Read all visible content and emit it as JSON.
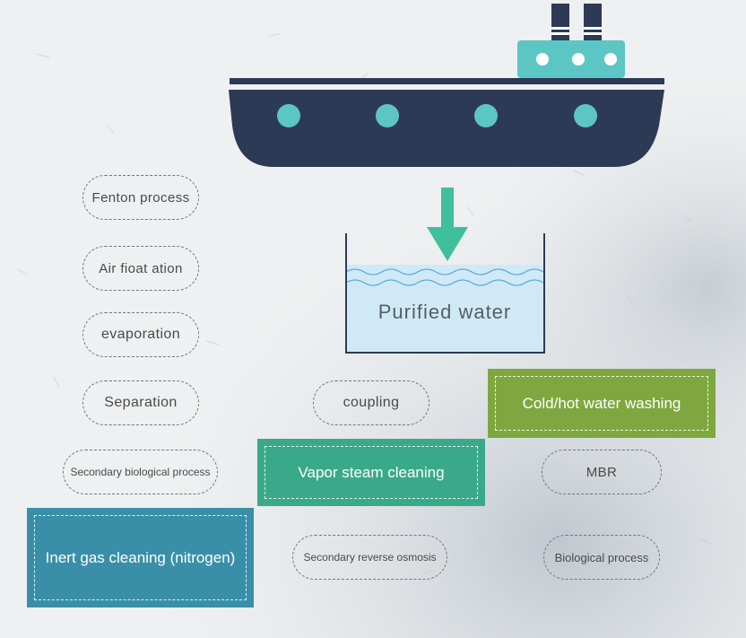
{
  "diagram": {
    "tank_label": "Purified water",
    "methods": {
      "fenton": "Fenton process",
      "air_flotation": "Air fioat ation",
      "evaporation": "evaporation",
      "separation": "Separation",
      "secondary_biological": "Secondary biological process",
      "coupling": "coupling",
      "mbr": "MBR",
      "secondary_ro": "Secondary reverse osmosis",
      "biological": "Biological process"
    },
    "cleaning": {
      "cold_hot": "Cold/hot water washing",
      "vapor": "Vapor steam cleaning",
      "inert_gas": "Inert gas cleaning (nitrogen)"
    }
  },
  "colors": {
    "ship_hull": "#2d3a56",
    "ship_accent": "#5cc6c5",
    "arrow": "#3fbf9c",
    "water": "#cfe9f7",
    "green_box": "#7ea83f",
    "teal_box": "#3aa98a",
    "blue_box": "#3a8fa8"
  }
}
